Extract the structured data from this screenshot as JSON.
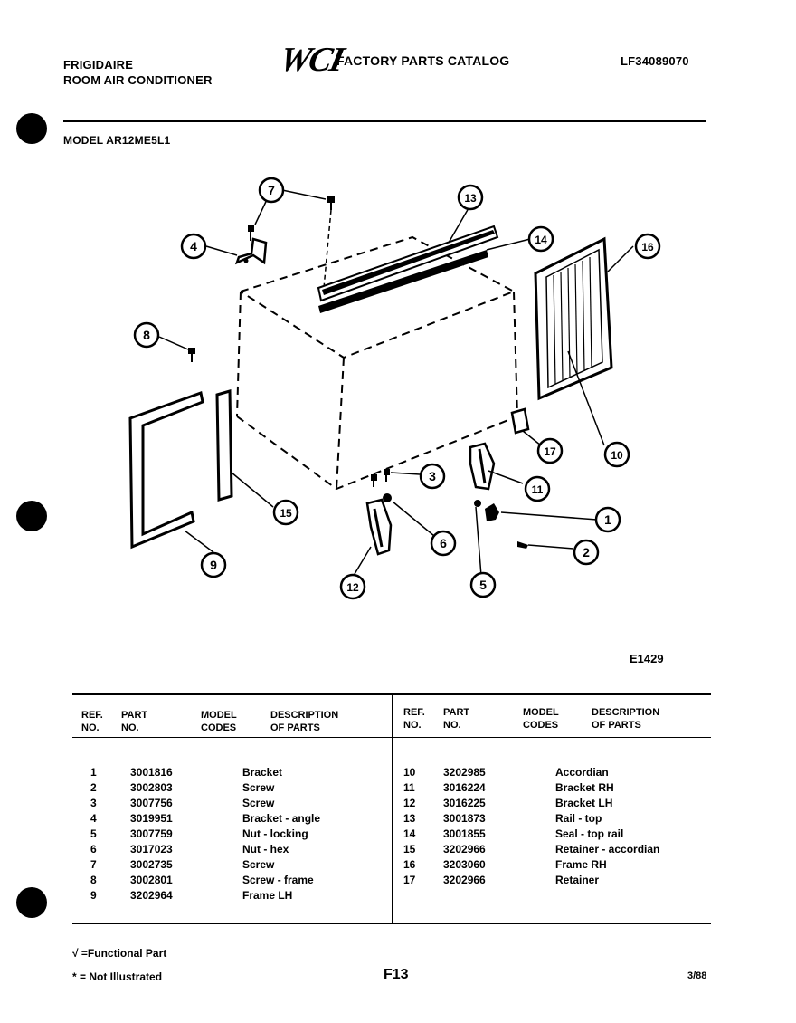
{
  "header": {
    "brand": "FRIGIDAIRE",
    "product": "ROOM AIR CONDITIONER",
    "logo": "WCI",
    "catalog": "FACTORY PARTS CATALOG",
    "catalog_code": "LF34089070",
    "model": "MODEL AR12ME5L1"
  },
  "diagram": {
    "figure_id": "E1429",
    "callouts": [
      "1",
      "2",
      "3",
      "4",
      "5",
      "6",
      "7",
      "8",
      "9",
      "10",
      "11",
      "12",
      "13",
      "14",
      "15",
      "16",
      "17"
    ]
  },
  "table": {
    "columns": {
      "ref": [
        "REF.",
        "NO."
      ],
      "part": [
        "PART",
        "NO."
      ],
      "model": [
        "MODEL",
        "CODES"
      ],
      "desc": [
        "DESCRIPTION",
        "OF PARTS"
      ]
    },
    "left": [
      {
        "ref": "1",
        "part": "3001816",
        "desc": "Bracket"
      },
      {
        "ref": "2",
        "part": "3002803",
        "desc": "Screw"
      },
      {
        "ref": "3",
        "part": "3007756",
        "desc": "Screw"
      },
      {
        "ref": "4",
        "part": "3019951",
        "desc": "Bracket - angle"
      },
      {
        "ref": "5",
        "part": "3007759",
        "desc": "Nut - locking"
      },
      {
        "ref": "6",
        "part": "3017023",
        "desc": "Nut - hex"
      },
      {
        "ref": "7",
        "part": "3002735",
        "desc": "Screw"
      },
      {
        "ref": "8",
        "part": "3002801",
        "desc": "Screw - frame"
      },
      {
        "ref": "9",
        "part": "3202964",
        "desc": "Frame LH"
      }
    ],
    "right": [
      {
        "ref": "10",
        "part": "3202985",
        "desc": "Accordian"
      },
      {
        "ref": "11",
        "part": "3016224",
        "desc": "Bracket RH"
      },
      {
        "ref": "12",
        "part": "3016225",
        "desc": "Bracket LH"
      },
      {
        "ref": "13",
        "part": "3001873",
        "desc": "Rail - top"
      },
      {
        "ref": "14",
        "part": "3001855",
        "desc": "Seal - top rail"
      },
      {
        "ref": "15",
        "part": "3202966",
        "desc": "Retainer - accordian"
      },
      {
        "ref": "16",
        "part": "3203060",
        "desc": "Frame RH"
      },
      {
        "ref": "17",
        "part": "3202966",
        "desc": "Retainer"
      }
    ]
  },
  "footer": {
    "functional": "√ =Functional Part",
    "not_illustrated": "* = Not Illustrated",
    "page": "F13",
    "date": "3/88"
  }
}
